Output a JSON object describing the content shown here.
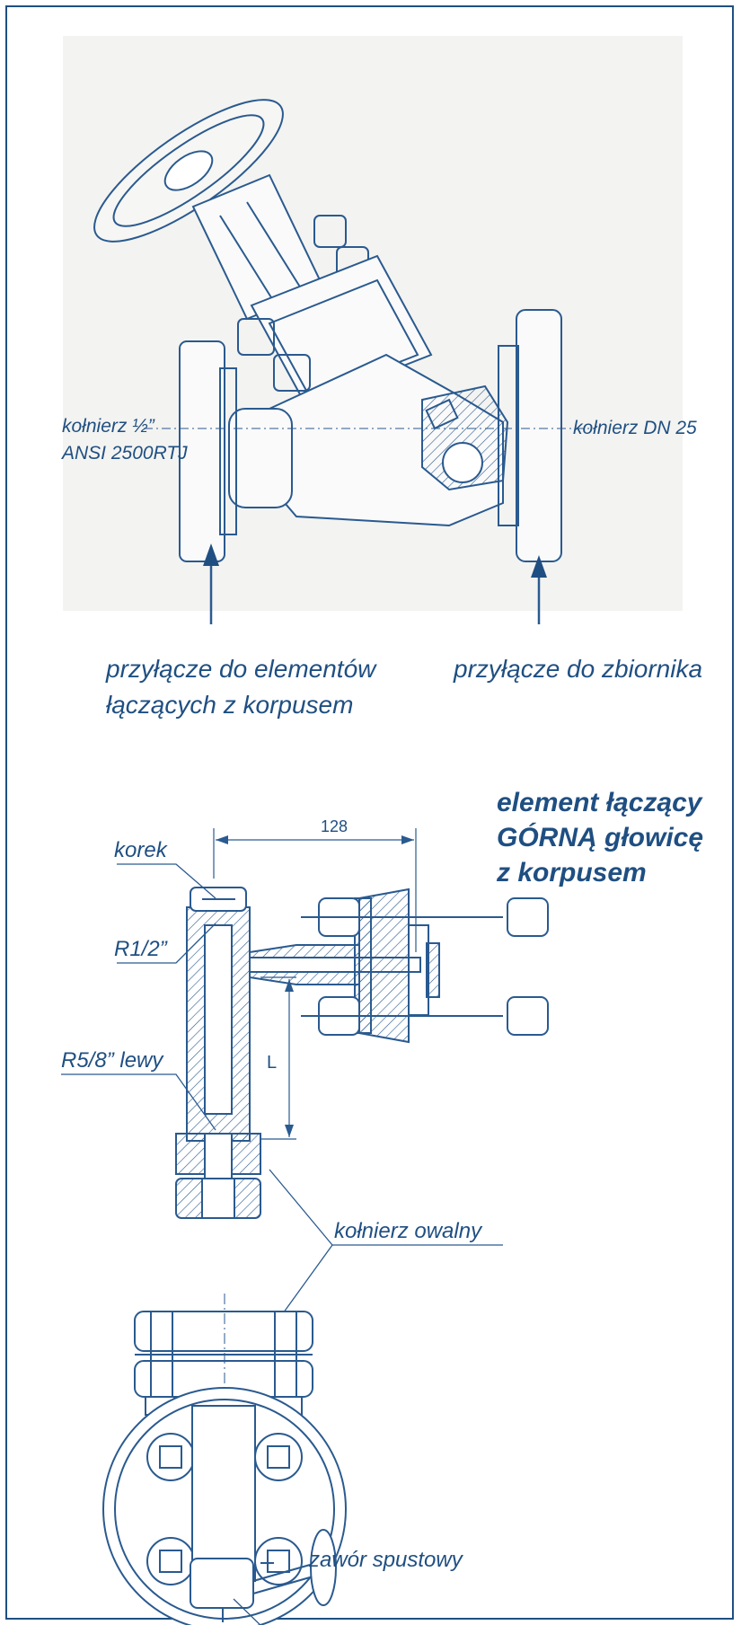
{
  "labels": {
    "flange_left_line1": "kołnierz ½”",
    "flange_left_line2": "ANSI 2500RTJ",
    "flange_right": "kołnierz DN 25",
    "conn_elements_line1": "przyłącze do elementów",
    "conn_elements_line2": "łączących z korpusem",
    "conn_tank": "przyłącze do zbiornika",
    "title_line1": "element łączący",
    "title_line2": "GÓRNĄ głowicę",
    "title_line3": "z korpusem",
    "dim_128": "128",
    "dim_L": "L",
    "korek": "korek",
    "r12": "R1/2”",
    "r58": "R5/8” lewy",
    "oval_flange": "kołnierz owalny",
    "drain_valve": "zawór spustowy"
  },
  "colors": {
    "accent": "#1f4f82",
    "line": "#2a5a8f",
    "panel": "#f3f3f1"
  }
}
